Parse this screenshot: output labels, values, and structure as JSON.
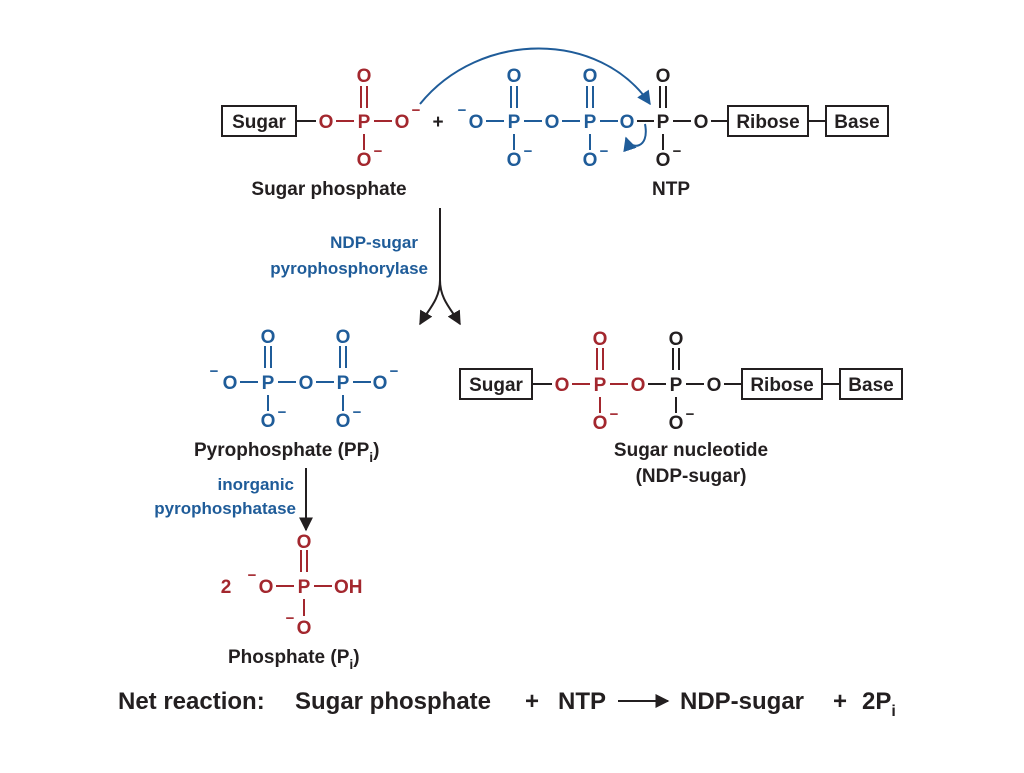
{
  "colors": {
    "substrate_red": "#a3272e",
    "pyrophosphate_blue": "#1f5c99",
    "black": "#231f20"
  },
  "atoms": {
    "O": "O",
    "P": "P",
    "minus": "−",
    "plus": "+",
    "two": "2",
    "OH": "OH"
  },
  "boxes": {
    "sugar": "Sugar",
    "ribose": "Ribose",
    "base": "Base"
  },
  "labels": {
    "sugar_phosphate": "Sugar phosphate",
    "ntp": "NTP",
    "pyrophosphate": "Pyrophosphate (PP",
    "pyrophosphate_sub": "i",
    "pyrophosphate_close": ")",
    "sugar_nucleotide": "Sugar  nucleotide",
    "ndp_sugar_paren": "(NDP-sugar)",
    "phosphate": "Phosphate  (P",
    "phosphate_sub": "i",
    "phosphate_close": ")"
  },
  "enzymes": {
    "ndp_sugar_line1": "NDP-sugar",
    "ndp_sugar_line2": "pyrophosphorylase",
    "inorganic_line1": "inorganic",
    "inorganic_line2": "pyrophosphatase"
  },
  "net_reaction": {
    "prefix": "Net  reaction:",
    "reactant1": "Sugar phosphate",
    "plus1": "+",
    "reactant2": "NTP",
    "product1": "NDP-sugar",
    "plus2": "+",
    "product2": "2P",
    "product2_sub": "i"
  }
}
